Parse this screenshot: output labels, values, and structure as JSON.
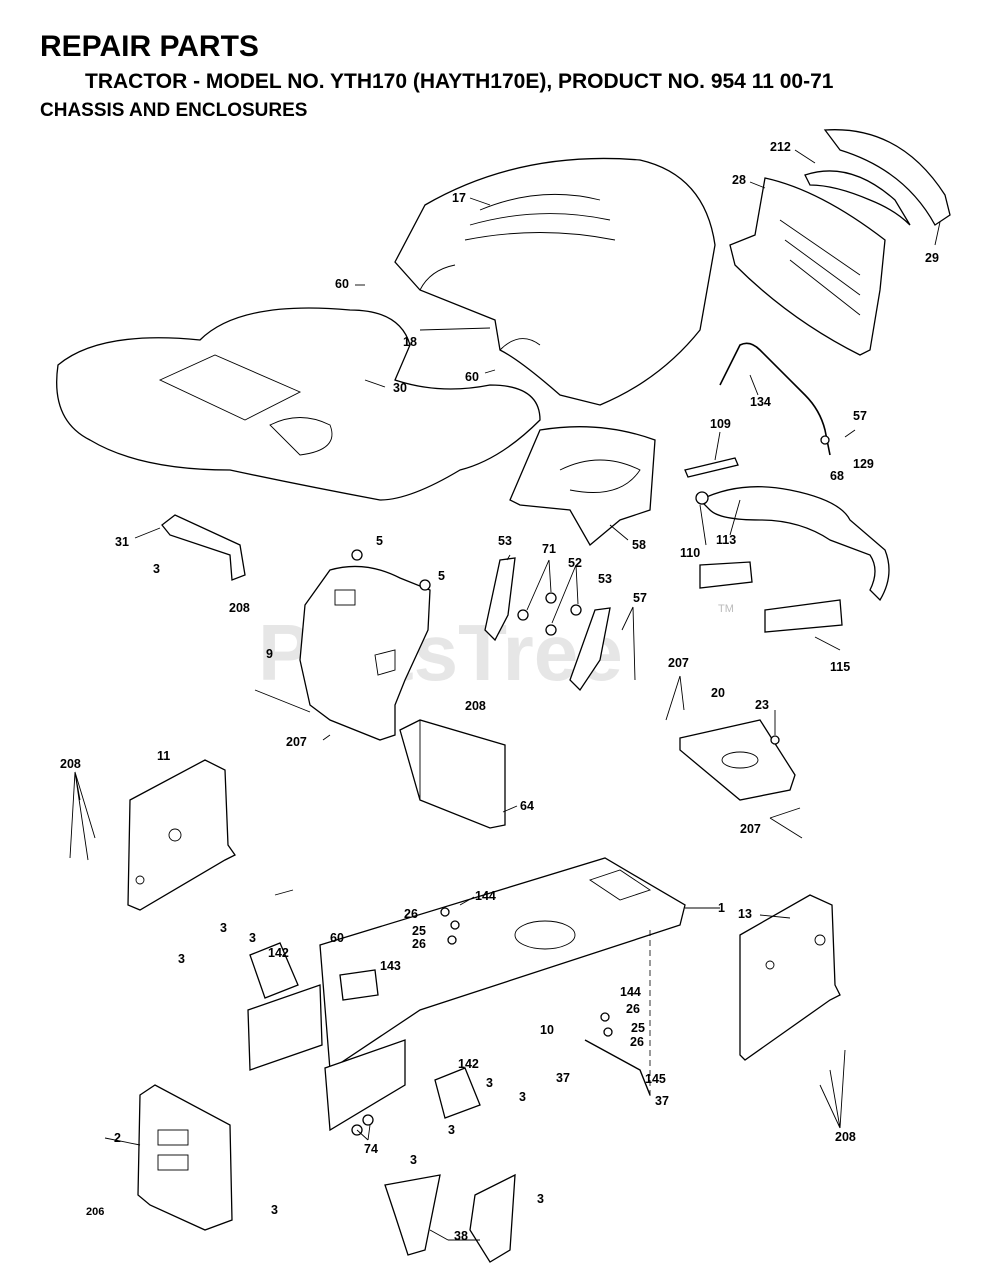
{
  "header": {
    "title": "REPAIR PARTS",
    "subtitle": "TRACTOR - MODEL NO. YTH170 (HAYTH170E), PRODUCT NO. 954 11 00-71",
    "section": "CHASSIS AND ENCLOSURES"
  },
  "watermark": {
    "text": "PartsTree",
    "tm": "TM"
  },
  "callouts": [
    {
      "id": "c17",
      "label": "17"
    },
    {
      "id": "c212",
      "label": "212"
    },
    {
      "id": "c28",
      "label": "28"
    },
    {
      "id": "c29",
      "label": "29"
    },
    {
      "id": "c60a",
      "label": "60"
    },
    {
      "id": "c18",
      "label": "18"
    },
    {
      "id": "c60b",
      "label": "60"
    },
    {
      "id": "c30",
      "label": "30"
    },
    {
      "id": "c134",
      "label": "134"
    },
    {
      "id": "c57a",
      "label": "57"
    },
    {
      "id": "c109",
      "label": "109"
    },
    {
      "id": "c129",
      "label": "129"
    },
    {
      "id": "c68",
      "label": "68"
    },
    {
      "id": "c31",
      "label": "31"
    },
    {
      "id": "c58",
      "label": "58"
    },
    {
      "id": "c110",
      "label": "110"
    },
    {
      "id": "c113",
      "label": "113"
    },
    {
      "id": "c5a",
      "label": "5"
    },
    {
      "id": "c5b",
      "label": "5"
    },
    {
      "id": "c53a",
      "label": "53"
    },
    {
      "id": "c71",
      "label": "71"
    },
    {
      "id": "c52",
      "label": "52"
    },
    {
      "id": "c53b",
      "label": "53"
    },
    {
      "id": "c57b",
      "label": "57"
    },
    {
      "id": "c3a",
      "label": "3"
    },
    {
      "id": "c208a",
      "label": "208"
    },
    {
      "id": "c9",
      "label": "9"
    },
    {
      "id": "c115",
      "label": "115"
    },
    {
      "id": "c207a",
      "label": "207"
    },
    {
      "id": "c20",
      "label": "20"
    },
    {
      "id": "c23",
      "label": "23"
    },
    {
      "id": "c208b",
      "label": "208"
    },
    {
      "id": "c207b",
      "label": "207"
    },
    {
      "id": "c11",
      "label": "11"
    },
    {
      "id": "c208c",
      "label": "208"
    },
    {
      "id": "c64",
      "label": "64"
    },
    {
      "id": "c207c",
      "label": "207"
    },
    {
      "id": "c144a",
      "label": "144"
    },
    {
      "id": "c1",
      "label": "1"
    },
    {
      "id": "c13",
      "label": "13"
    },
    {
      "id": "c26a",
      "label": "26"
    },
    {
      "id": "c25a",
      "label": "25"
    },
    {
      "id": "c26b",
      "label": "26"
    },
    {
      "id": "c3b",
      "label": "3"
    },
    {
      "id": "c3c",
      "label": "3"
    },
    {
      "id": "c3d",
      "label": "3"
    },
    {
      "id": "c142a",
      "label": "142"
    },
    {
      "id": "c60c",
      "label": "60"
    },
    {
      "id": "c143",
      "label": "143"
    },
    {
      "id": "c144b",
      "label": "144"
    },
    {
      "id": "c26c",
      "label": "26"
    },
    {
      "id": "c10",
      "label": "10"
    },
    {
      "id": "c25b",
      "label": "25"
    },
    {
      "id": "c26d",
      "label": "26"
    },
    {
      "id": "c142b",
      "label": "142"
    },
    {
      "id": "c37a",
      "label": "37"
    },
    {
      "id": "c145",
      "label": "145"
    },
    {
      "id": "c3e",
      "label": "3"
    },
    {
      "id": "c37b",
      "label": "37"
    },
    {
      "id": "c3f",
      "label": "3"
    },
    {
      "id": "c3g",
      "label": "3"
    },
    {
      "id": "c2",
      "label": "2"
    },
    {
      "id": "c74",
      "label": "74"
    },
    {
      "id": "c208d",
      "label": "208"
    },
    {
      "id": "c3h",
      "label": "3"
    },
    {
      "id": "c3i",
      "label": "3"
    },
    {
      "id": "c3j",
      "label": "3"
    },
    {
      "id": "c206",
      "label": "206"
    },
    {
      "id": "c38",
      "label": "38"
    }
  ]
}
